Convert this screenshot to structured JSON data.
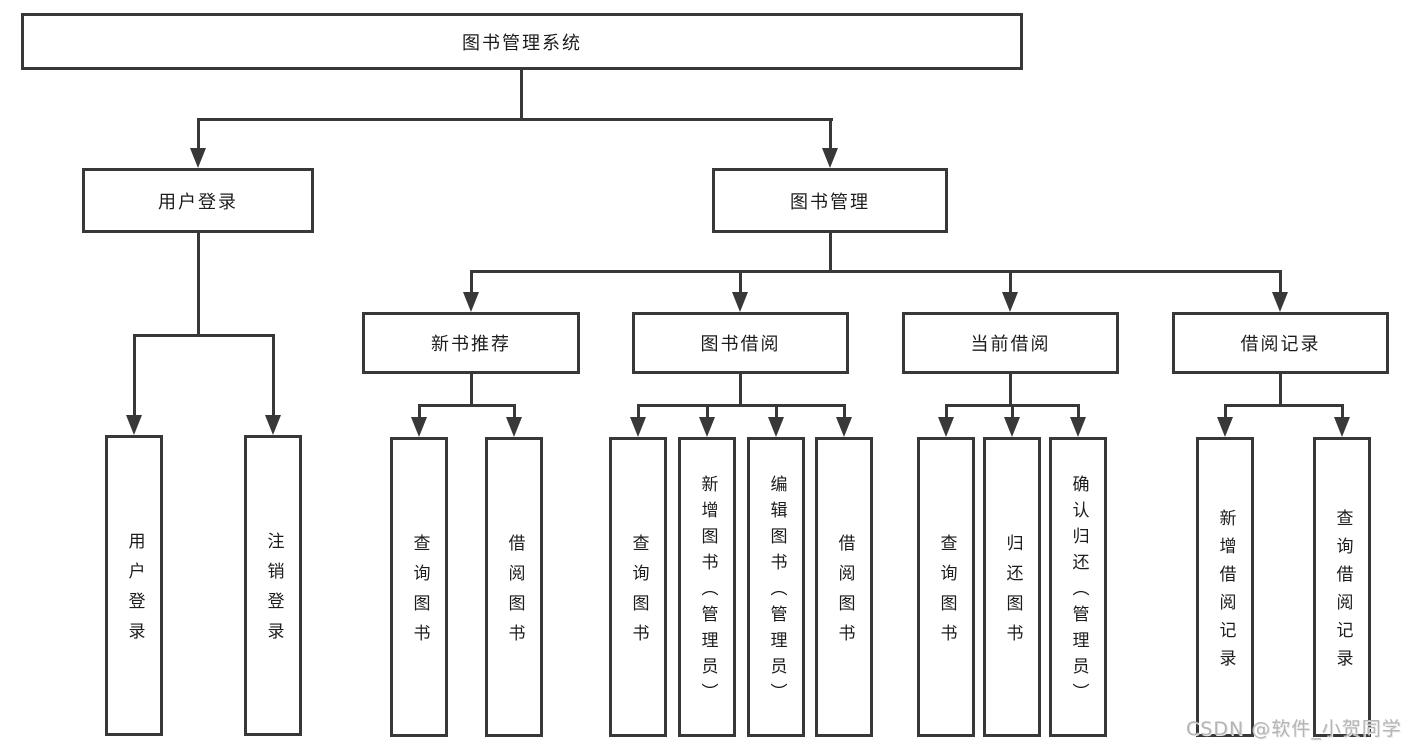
{
  "diagram": {
    "title": "图书管理系统",
    "watermark": "CSDN @软件_小贺同学",
    "level1": {
      "user_login": "用户登录",
      "book_management": "图书管理"
    },
    "user_login_children": [
      "用户登录",
      "注销登录"
    ],
    "modules": [
      {
        "label": "新书推荐",
        "children": [
          "查询图书",
          "借阅图书"
        ]
      },
      {
        "label": "图书借阅",
        "children": [
          "查询图书",
          "新增图书（管理员）",
          "编辑图书（管理员）",
          "借阅图书"
        ]
      },
      {
        "label": "当前借阅",
        "children": [
          "查询图书",
          "归还图书",
          "确认归还（管理员）"
        ]
      },
      {
        "label": "借阅记录",
        "children": [
          "新增借阅记录",
          "查询借阅记录"
        ]
      }
    ],
    "colors": {
      "line": "#383838",
      "text": "#1c1c1c",
      "background": "#ffffff",
      "watermark": "#b5b5b5"
    }
  }
}
